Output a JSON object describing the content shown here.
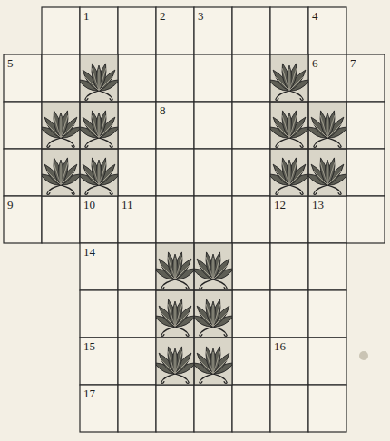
{
  "diagram": {
    "nodes": [
      {
        "text": [
          "1"
        ]
      },
      {
        "text": [
          "2"
        ]
      },
      {
        "text": [
          "3"
        ]
      },
      {
        "text": [
          "4"
        ]
      },
      {
        "text": [
          "5"
        ]
      },
      {
        "text": [
          "6"
        ]
      },
      {
        "text": [
          "7"
        ]
      },
      {
        "text": [
          "8"
        ]
      },
      {
        "text": [
          "9"
        ]
      },
      {
        "text": [
          "10"
        ]
      },
      {
        "text": [
          "11"
        ]
      },
      {
        "text": [
          "12"
        ]
      },
      {
        "text": [
          "13"
        ]
      },
      {
        "text": [
          "14"
        ]
      },
      {
        "text": [
          "15"
        ]
      },
      {
        "text": [
          "16"
        ]
      },
      {
        "text": [
          "17"
        ]
      }
    ]
  }
}
